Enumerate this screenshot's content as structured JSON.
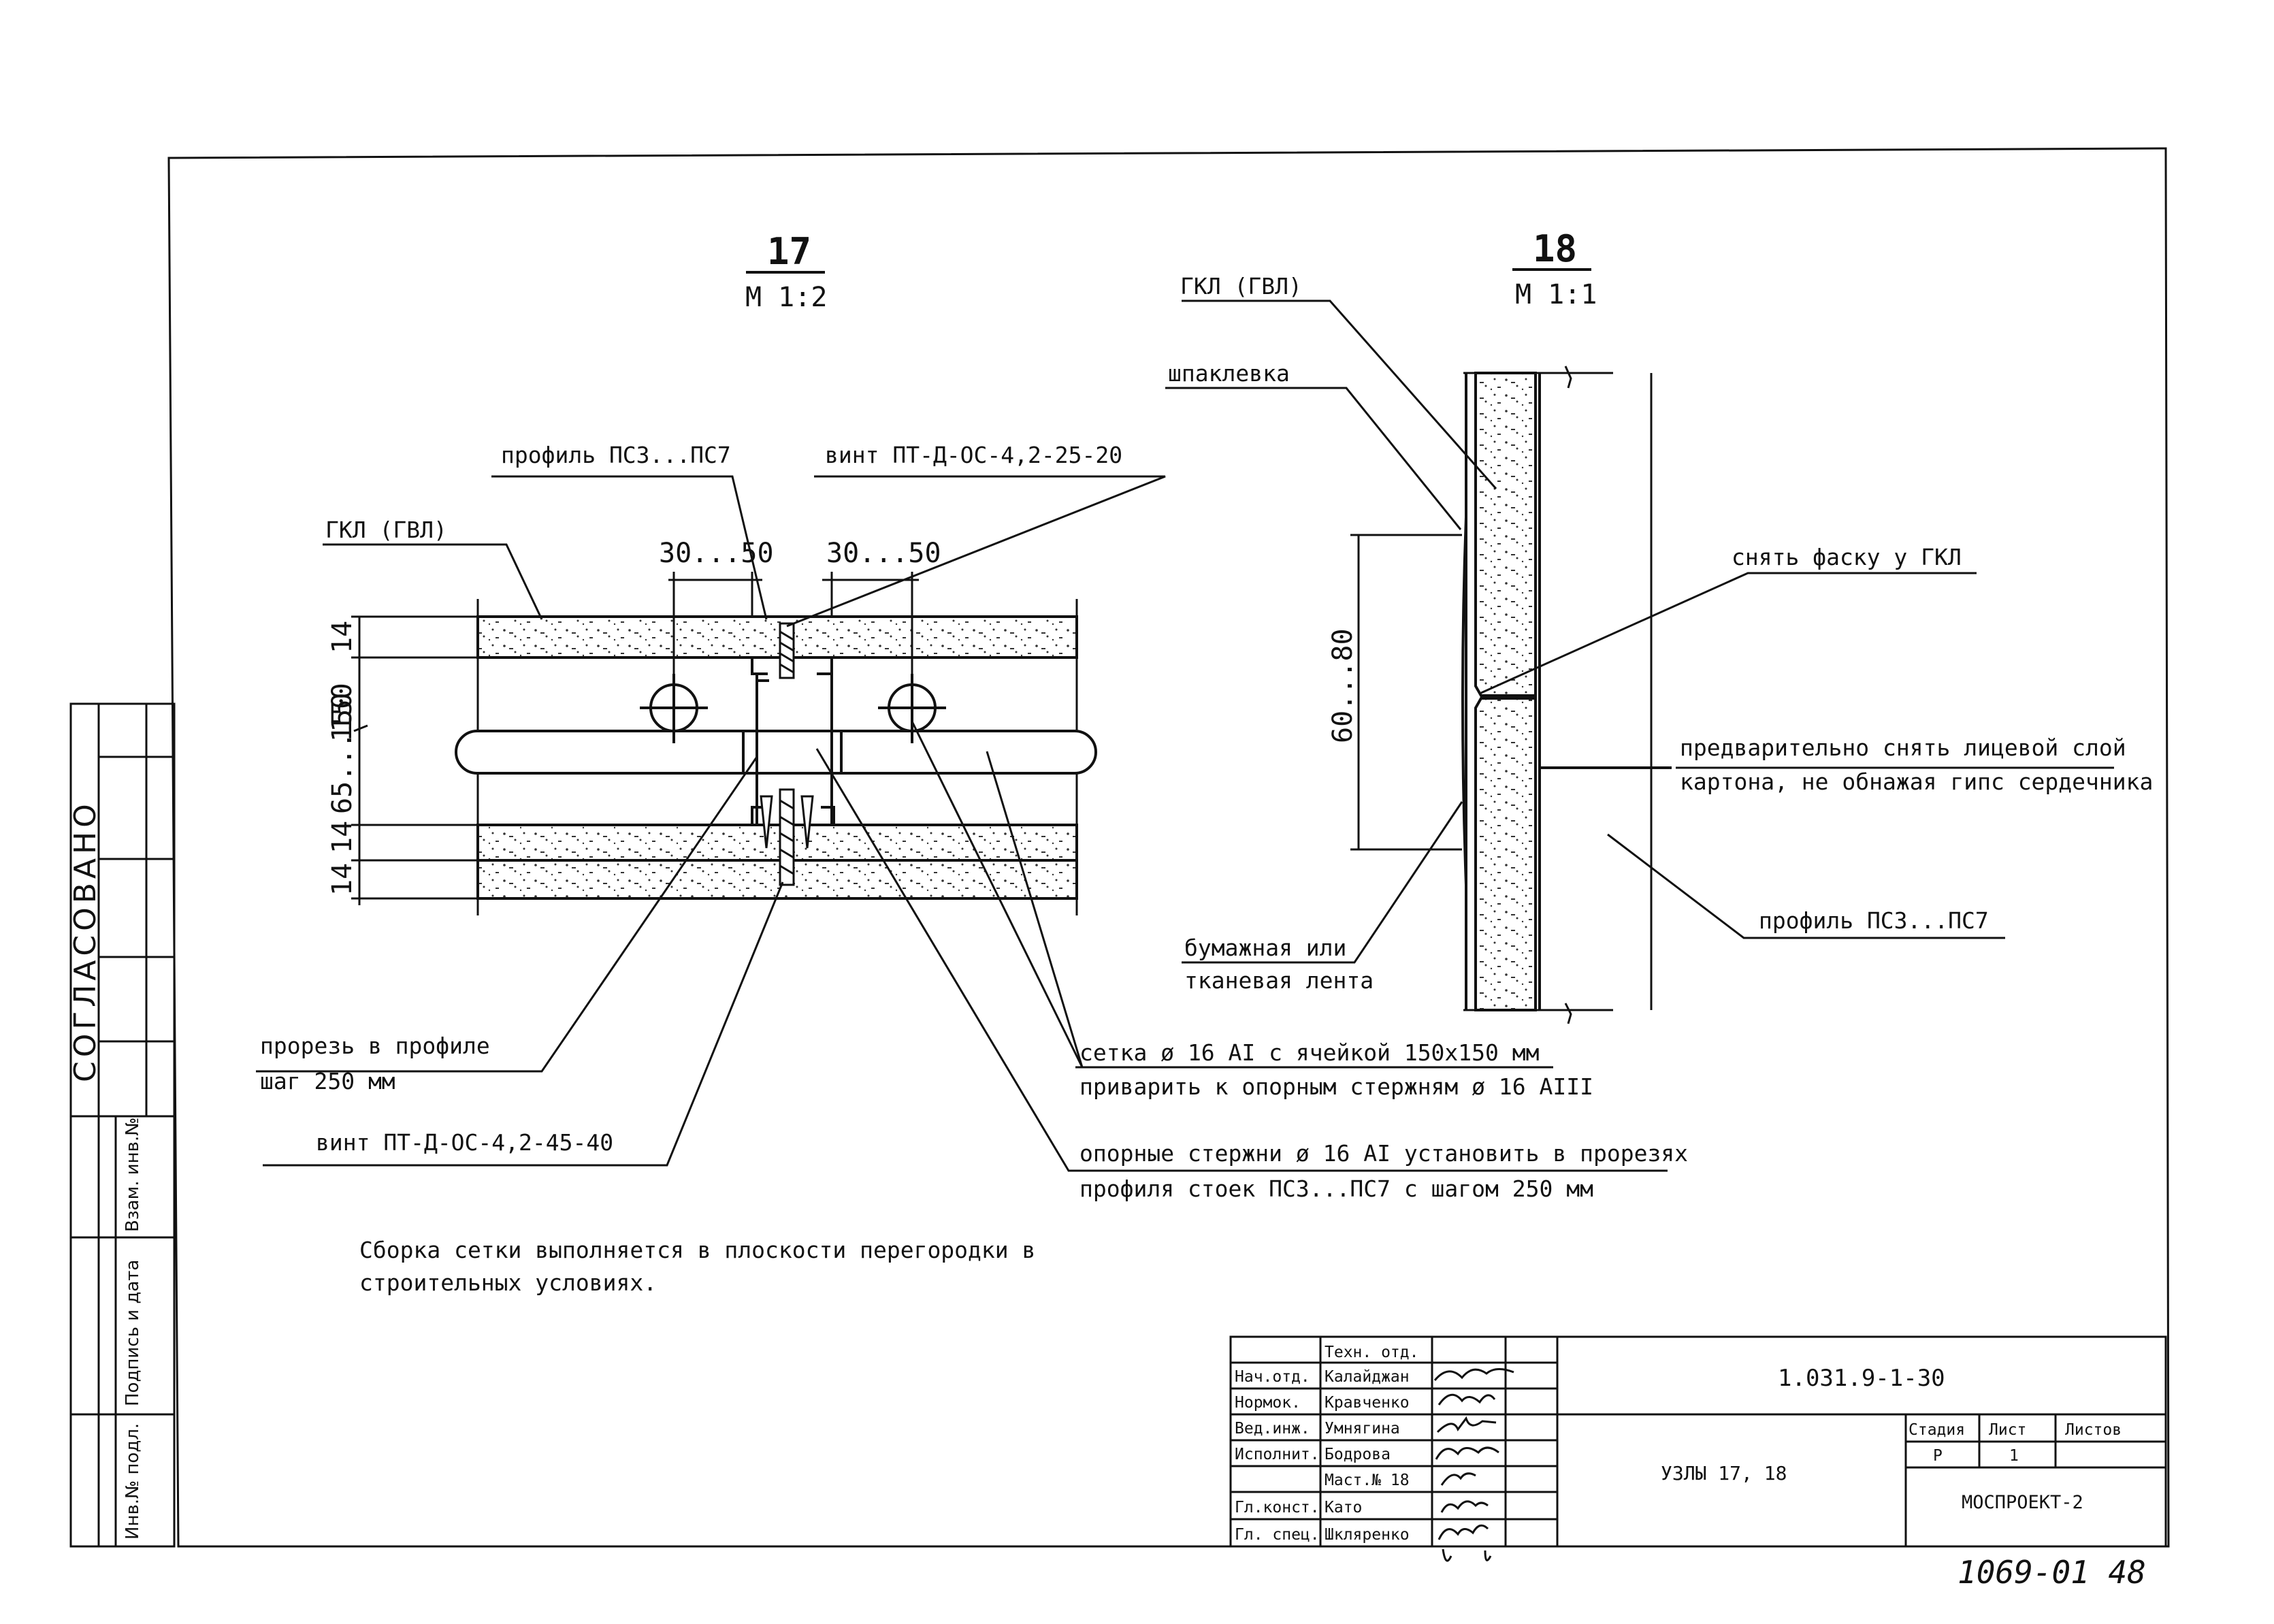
{
  "node17": {
    "number": "17",
    "scale": "М 1:2",
    "labels": {
      "gkl": "ГКЛ (ГВЛ)",
      "profile": "профиль ПС3...ПС7",
      "screw_top": "винт ПТ-Д-ОС-4,2-25-20",
      "cut_1": "прорезь в профиле",
      "cut_2": "шаг 250 мм",
      "screw_bottom": "винт ПТ-Д-ОС-4,2-45-40",
      "mesh_1": "сетка ø 16 АI с ячейкой 150x150 мм",
      "mesh_2": "приварить к опорным стержням ø 16 АIII",
      "rods_1": "опорные стержни ø 16 АI установить в прорезях",
      "rods_2": "профиля стоек ПС3...ПС7 с шагом 250 мм"
    },
    "dims": {
      "left_offset": "30...50",
      "right_offset": "30...50",
      "t1": "14",
      "wall": "150",
      "gap": "65...150",
      "t2": "14",
      "t3": "14"
    }
  },
  "node18": {
    "number": "18",
    "scale": "М 1:1",
    "labels": {
      "gkl": "ГКЛ (ГВЛ)",
      "putty": "шпаклевка",
      "chamfer": "снять фаску у ГКЛ",
      "pre_1": "предварительно снять лицевой слой",
      "pre_2": "картона, не обнажая гипс сердечника",
      "profile": "профиль ПС3...ПС7",
      "tape_1": "бумажная или",
      "tape_2": "тканевая лента"
    },
    "dim": "60...80"
  },
  "note": {
    "line1": "Сборка сетки выполняется в плоскости перегородки в",
    "line2": "строительных условиях."
  },
  "side_stamps": {
    "agreed": "СОГЛАСОВАНО",
    "inv_orig": "Инв.№ подл.",
    "sign_date": "Подпись и дата",
    "inv_repl": "Взам. инв.№"
  },
  "title_block": {
    "rows": [
      {
        "role": "",
        "name": "Техн. отд."
      },
      {
        "role": "Нач.отд.",
        "name": "Калайджан"
      },
      {
        "role": "Нормок.",
        "name": "Кравченко"
      },
      {
        "role": "Вед.инж.",
        "name": "Умнягина"
      },
      {
        "role": "Исполнит.",
        "name": "Бодрова"
      },
      {
        "role": "",
        "name": "Маст.№ 18"
      },
      {
        "role": "Гл.конст.",
        "name": "Като"
      },
      {
        "role": "Гл. спец.",
        "name": "Шкляренко"
      }
    ],
    "doc_code": "1.031.9-1-30",
    "sheet_title": "УЗЛЫ 17, 18",
    "stage_label": "Стадия",
    "sheet_label": "Лист",
    "sheets_label": "Листов",
    "stage": "Р",
    "sheet": "1",
    "org": "МОСПРОЕКТ-2"
  },
  "archive_number": "1069-01 48"
}
